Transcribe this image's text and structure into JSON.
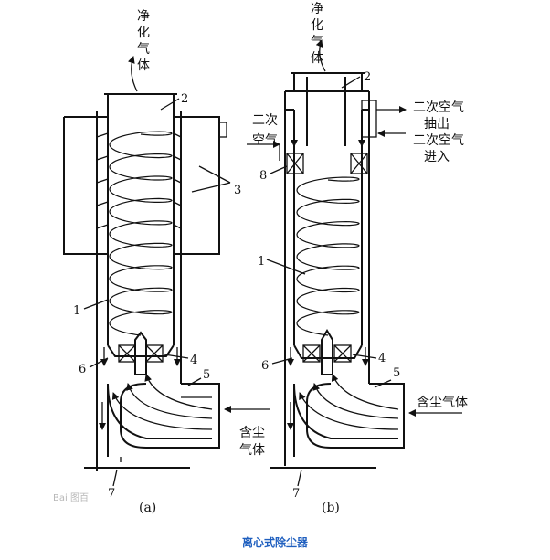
{
  "diagram": {
    "left": {
      "outlet_label": "净化气体",
      "inlet_label": [
        "含尘",
        "气体"
      ],
      "numbers": [
        "2",
        "3",
        "1",
        "6",
        "4",
        "5",
        "7"
      ],
      "panel": "(a)"
    },
    "right": {
      "outlet_label": "净化气体",
      "secondary_air_out": [
        "二次空气",
        "抽出"
      ],
      "secondary_air_in_left": [
        "二次",
        "空气"
      ],
      "secondary_air_in_right": [
        "二次空气",
        "进入"
      ],
      "inlet_label": "含尘气体",
      "numbers": [
        "2",
        "8",
        "1",
        "6",
        "4",
        "5",
        "7"
      ],
      "panel": "(b)"
    },
    "watermark": "Bai 图百",
    "caption": "离心式除尘器",
    "caption_color": "#1f5fbf"
  }
}
